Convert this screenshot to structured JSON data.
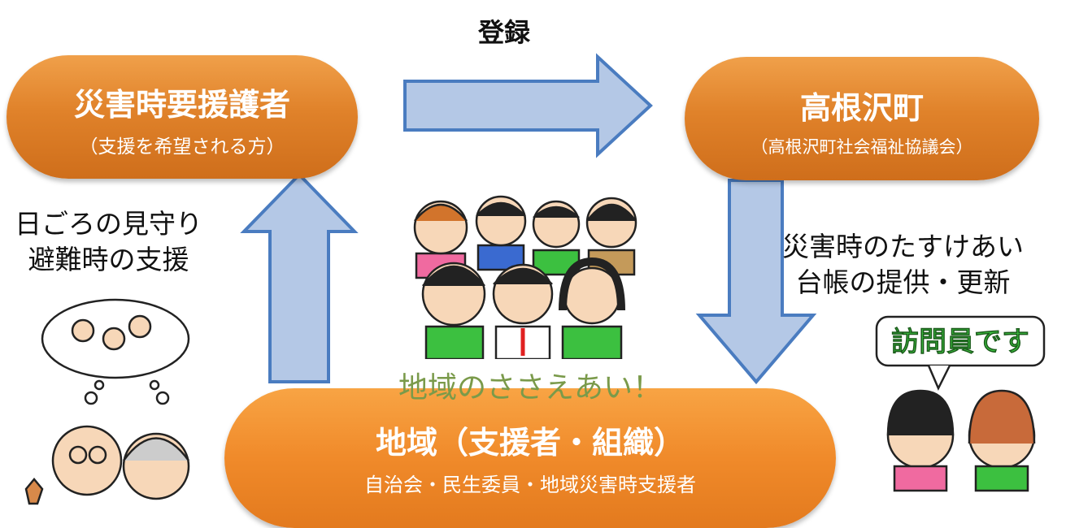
{
  "top_arrow_label": "登録",
  "left_box": {
    "title": "災害時要援護者",
    "subtitle": "（支援を希望される方）"
  },
  "right_box": {
    "title": "高根沢町",
    "subtitle": "（高根沢町社会福祉協議会）"
  },
  "bottom_box": {
    "title": "地域（支援者・組織）",
    "subtitle": "自治会・民生委員・地域災害時支援者"
  },
  "left_label": {
    "line1": "日ごろの見守り",
    "line2": "避難時の支援"
  },
  "right_label": {
    "line1": "災害時のたすけあい",
    "line2": "台帳の提供・更新"
  },
  "slogan": "地域のささえあい！",
  "speech_bubble": "訪問員です",
  "colors": {
    "box_orange": "#e0822a",
    "arrow_fill": "#b4c8e6",
    "arrow_stroke": "#4a7cc0",
    "slogan_green": "#7a9a4a"
  }
}
